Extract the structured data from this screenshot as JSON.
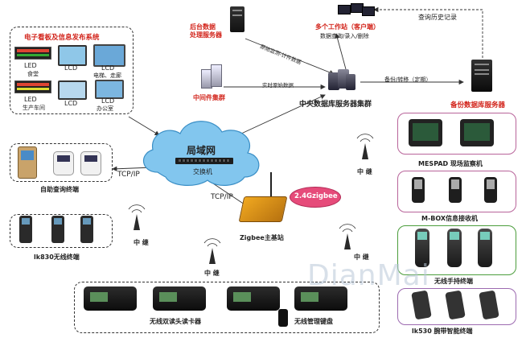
{
  "title_top_left": "电子看板及信息发布系统",
  "nodes": {
    "backend": "后台数据\n处理服务器",
    "backend_line1": "后台数据",
    "backend_line2": "处理服务器",
    "middleware": "中间件集群",
    "central": "中央数据库服务器集群",
    "backup": "备份数据库服务器",
    "workstation": "多个工作站（客户端）",
    "workstation_sub": "数据查询/录入/删除",
    "lan": "局域网",
    "switch": "交换机",
    "zigbee_base": "Zigbee主基站",
    "zigbee_tag": "2.4Gzigbee",
    "self_query": "自助查询终端",
    "lk830": "lk830无线终端",
    "mespad": "MESPAD 现场监察机",
    "mbox": "M-BOX信息接收机",
    "handheld": "无线手持终端",
    "lk530": "lk530 腕带智能终端",
    "dual_reader": "无线双读头读卡器",
    "keypad": "无线管理键盘"
  },
  "edges": {
    "raw_monitor": "原始监测-计件数据",
    "realtime_raw": "实时原始数据",
    "backup_transfer": "备份/转移（定期）",
    "history": "查询历史记录",
    "tcpip_left": "TCP/IP",
    "tcpip_bottom": "TCP/IP"
  },
  "relay_label": "中 继",
  "display_board": {
    "items": [
      {
        "label": "LED",
        "sub": "食堂"
      },
      {
        "label": "LCD",
        "sub": ""
      },
      {
        "label": "LCD",
        "sub": "电梯、走廊"
      },
      {
        "label": "LED",
        "sub": "生产车间"
      },
      {
        "label": "LCD",
        "sub": ""
      },
      {
        "label": "LCD",
        "sub": "办公室"
      }
    ]
  },
  "watermark": "DianMai",
  "colors": {
    "accent_red": "#d2231a",
    "cloud": "#7fc5ec",
    "zigbee_bubble": "#e64b7a",
    "pink_border": "#b8649a",
    "green_border": "#4b9d3c",
    "purple_border": "#9c6ab0"
  }
}
